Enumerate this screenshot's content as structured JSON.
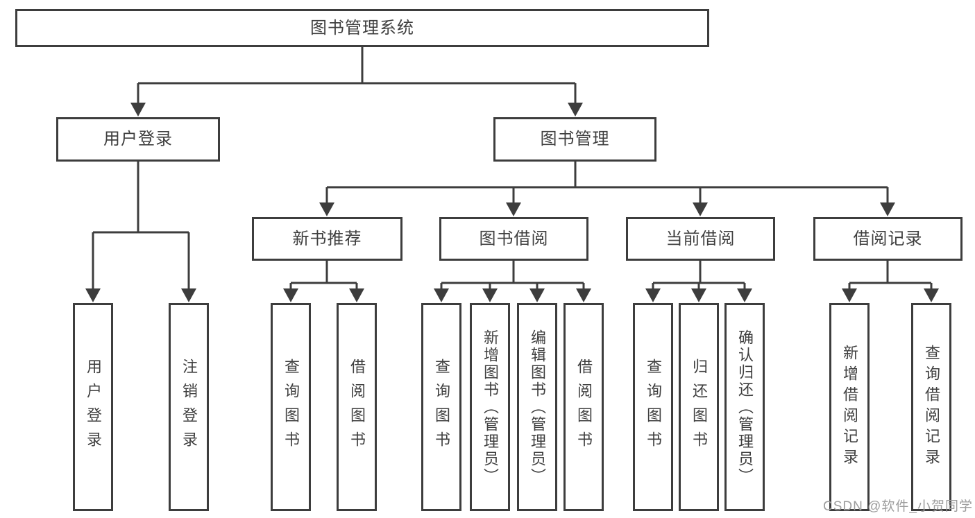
{
  "tree": {
    "label": "图书管理系统",
    "children": [
      {
        "label": "用户登录",
        "children": [
          {
            "label": "用户登录"
          },
          {
            "label": "注销登录"
          }
        ]
      },
      {
        "label": "图书管理",
        "children": [
          {
            "label": "新书推荐",
            "children": [
              {
                "label": "查询图书"
              },
              {
                "label": "借阅图书"
              }
            ]
          },
          {
            "label": "图书借阅",
            "children": [
              {
                "label": "查询图书"
              },
              {
                "label": "新增图书（管理员）"
              },
              {
                "label": "编辑图书（管理员）"
              },
              {
                "label": "借阅图书"
              }
            ]
          },
          {
            "label": "当前借阅",
            "children": [
              {
                "label": "查询图书"
              },
              {
                "label": "归还图书"
              },
              {
                "label": "确认归还（管理员）"
              }
            ]
          },
          {
            "label": "借阅记录",
            "children": [
              {
                "label": "新增借阅记录"
              },
              {
                "label": "查询借阅记录"
              }
            ]
          }
        ]
      }
    ]
  },
  "watermark": "CSDN @软件_小贺同学",
  "colors": {
    "line": "#3d3d3d",
    "text": "#3f3f3f",
    "watermark": "#9d9d9d",
    "background": "#ffffff"
  }
}
